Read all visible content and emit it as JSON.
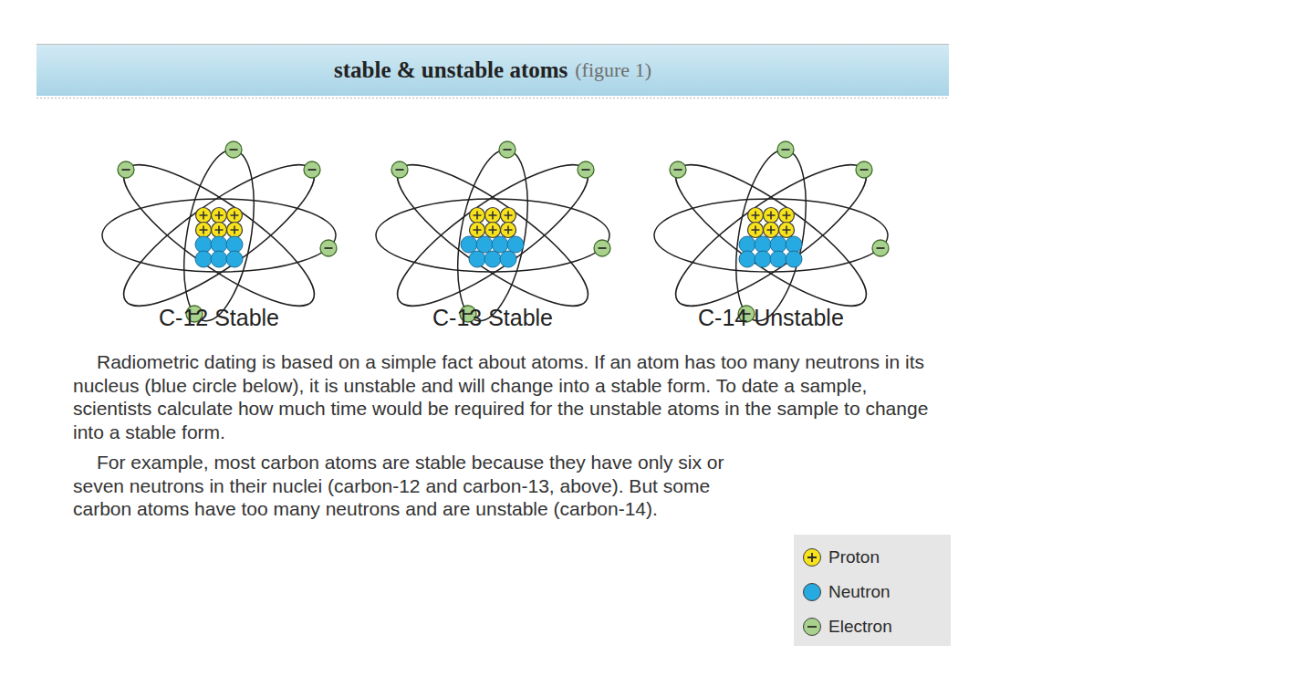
{
  "diagram": {
    "title": "stable & unstable atoms",
    "labels": [
      "(figure 1)",
      "C-12 Stable",
      "C-13 Stable",
      "C-14 Unstable",
      "Radiometric dating is based on a simple fact about atoms. If an atom has too many neutrons in its nucleus (blue circle below), it is unstable and will change into a stable form. To date a sample, scientists calculate how much time would be required for the unstable atoms in the sample to change into a stable form.",
      "For example, most carbon atoms are stable because they have only six or seven neutrons in their nuclei (carbon-12 and carbon-13, above). But some carbon atoms have too many neutrons and are unstable (carbon-14)."
    ],
    "legend": [
      {
        "text": "Proton",
        "color": "#f7e21b"
      },
      {
        "text": "Neutron",
        "color": "#27a9e1"
      },
      {
        "text": "Electron",
        "color": "#a9d18e"
      }
    ]
  }
}
